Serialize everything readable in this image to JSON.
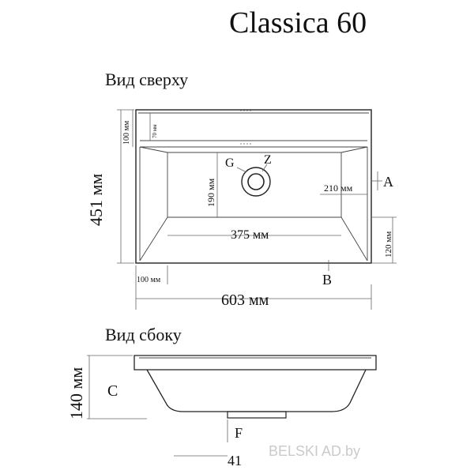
{
  "title": "Classica 60",
  "top_view": {
    "heading": "Вид сверху",
    "height_dim": "451 мм",
    "width_dim": "603 мм",
    "rim_dim": "100 мм",
    "rim_inner_dim": "70 мм",
    "bowl_depth_dim": "190 мм",
    "bowl_width_dim": "375 мм",
    "side_dim": "210 мм",
    "front_dim": "120 мм",
    "left_dim": "100 мм",
    "label_a": "A",
    "label_b": "B",
    "label_g": "G",
    "label_z": "Z"
  },
  "side_view": {
    "heading": "Вид сбоку",
    "height_dim": "140 мм",
    "label_c": "C",
    "label_f": "F",
    "bottom_dim": "41"
  },
  "watermark": "BELSKI AD.by"
}
